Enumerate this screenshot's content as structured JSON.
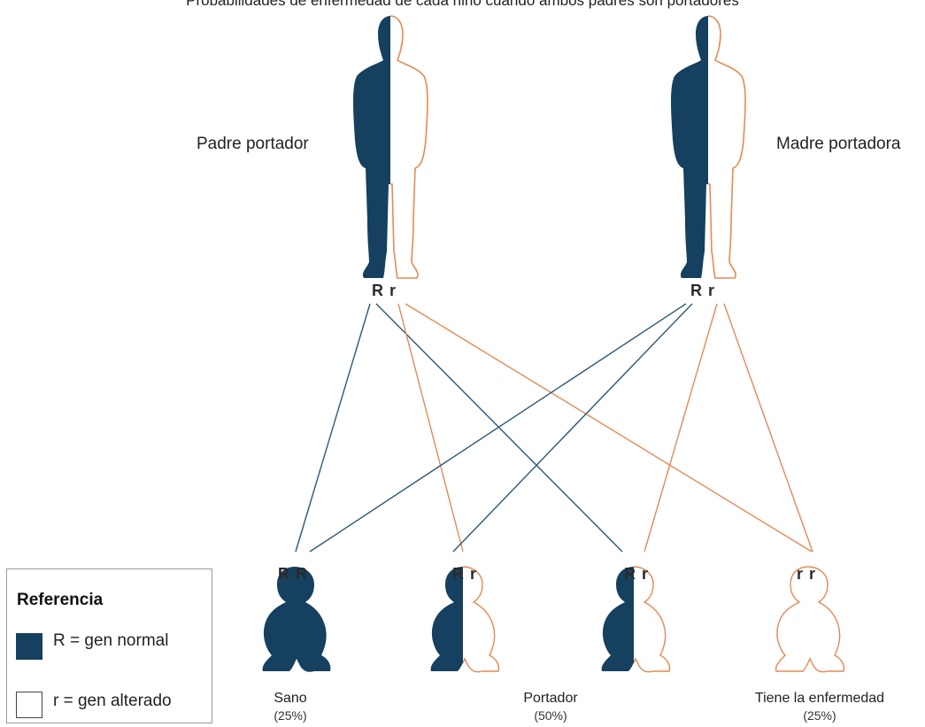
{
  "title": "Probabilidades de enfermedad de cada niño cuando ambos padres son portadores",
  "parents": {
    "father": {
      "label": "Padre portador",
      "alleles": "R r"
    },
    "mother": {
      "label": "Madre portadora",
      "alleles": "R r"
    }
  },
  "children": [
    {
      "alleles": "R R",
      "type": "normal"
    },
    {
      "alleles": "R r",
      "type": "carrier"
    },
    {
      "alleles": "R r",
      "type": "carrier"
    },
    {
      "alleles": "r r",
      "type": "affected"
    }
  ],
  "outcomes": [
    {
      "label": "Sano",
      "percent": "(25%)"
    },
    {
      "label": "Portador",
      "percent": "(50%)"
    },
    {
      "label": "Tiene la enfermedad",
      "percent": "(25%)"
    }
  ],
  "legend": {
    "title": "Referencia",
    "normal": "R = gen normal",
    "altered": "r = gen alterado"
  },
  "colors": {
    "normal": "#15405f",
    "altered": "#e48a55",
    "background": "#ffffff"
  }
}
